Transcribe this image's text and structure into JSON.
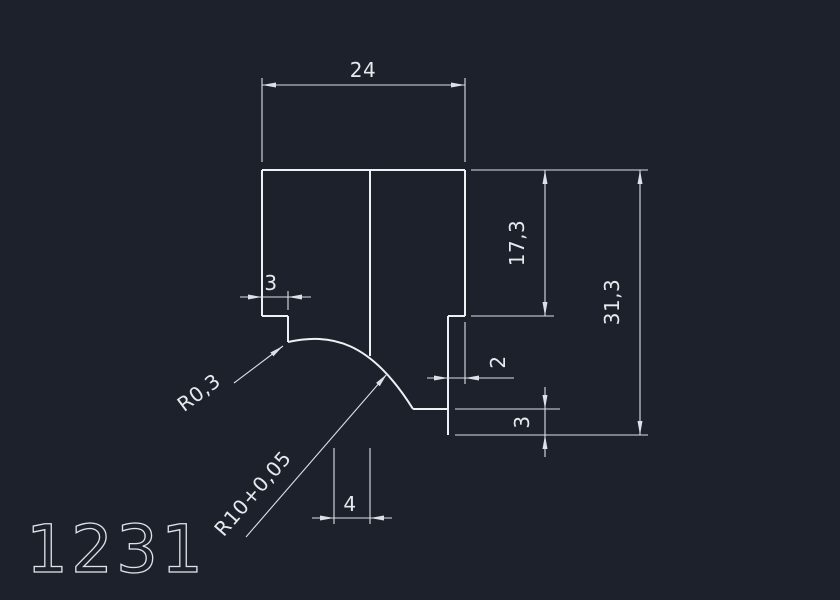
{
  "colors": {
    "background": "#1c212b",
    "line": "#eef1f4",
    "dim_line": "#dde1e7",
    "text": "#e6e9ed"
  },
  "drawing": {
    "part_number": "1231",
    "dimensions": {
      "top_width": "24",
      "upper_height": "17,3",
      "total_height": "31,3",
      "left_step_width": "3",
      "right_step_width": "2",
      "bottom_step_height": "3",
      "bottom_offset": "4"
    },
    "radius_labels": {
      "fillet": "R0,3",
      "arc": "R10+0,05"
    }
  }
}
